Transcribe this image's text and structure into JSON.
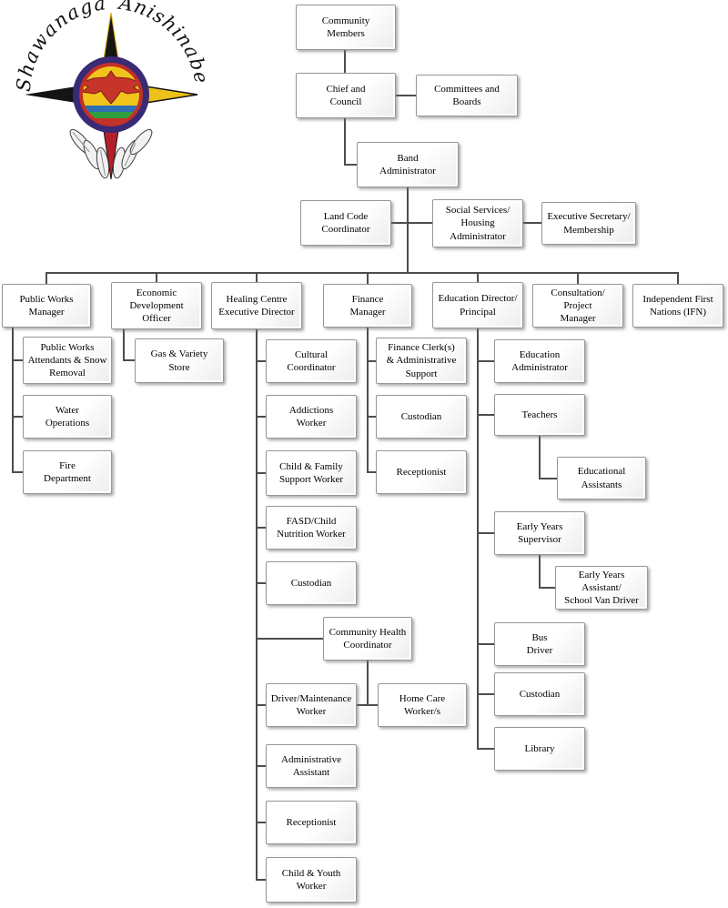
{
  "logo": {
    "text_left": "Shawanaga",
    "text_right": "Anishinabe"
  },
  "nodes": {
    "community_members": "Community\nMembers",
    "chief_council": "Chief and\nCouncil",
    "committees_boards": "Committees and\nBoards",
    "band_administrator": "Band\nAdministrator",
    "land_code_coordinator": "Land Code\nCoordinator",
    "social_services_housing": "Social Services/\nHousing\nAdministrator",
    "executive_secretary": "Executive Secretary/\nMembership",
    "public_works_manager": "Public Works\nManager",
    "economic_development_officer": "Economic\nDevelopment\nOfficer",
    "healing_centre_director": "Healing Centre\nExecutive Director",
    "finance_manager": "Finance\nManager",
    "education_director": "Education Director/\nPrincipal",
    "consultation_project_manager": "Consultation/ Project\nManager",
    "independent_first_nations": "Independent First\nNations (IFN)",
    "pw_attendants_snow": "Public Works\nAttendants & Snow\nRemoval",
    "water_operations": "Water\nOperations",
    "fire_department": "Fire\nDepartment",
    "gas_variety_store": "Gas & Variety\nStore",
    "cultural_coordinator": "Cultural\nCoordinator",
    "addictions_worker": "Addictions\nWorker",
    "child_family_support_worker": "Child & Family\nSupport Worker",
    "fasd_child_nutrition_worker": "FASD/Child\nNutrition Worker",
    "custodian_healing": "Custodian",
    "community_health_coordinator": "Community Health\nCoordinator",
    "driver_maintenance_worker": "Driver/Maintenance\nWorker",
    "home_care_worker": "Home Care\nWorker/s",
    "administrative_assistant": "Administrative\nAssistant",
    "receptionist_healing": "Receptionist",
    "child_youth_worker": "Child & Youth\nWorker",
    "finance_clerks": "Finance Clerk(s)\n& Administrative\nSupport",
    "custodian_finance": "Custodian",
    "receptionist_finance": "Receptionist",
    "education_administrator": "Education\nAdministrator",
    "teachers": "Teachers",
    "educational_assistants": "Educational\nAssistants",
    "early_years_supervisor": "Early Years\nSupervisor",
    "early_years_assistant": "Early Years Assistant/\nSchool Van Driver",
    "bus_driver": "Bus\nDriver",
    "custodian_education": "Custodian",
    "library": "Library"
  },
  "colors": {
    "connector": "#4d4d4d",
    "box_border": "#979797",
    "logo_purple": "#3a2a75",
    "logo_yellow": "#f2c31b",
    "logo_red": "#c03028",
    "logo_blue": "#2f6fb3",
    "logo_green": "#2f9e3f",
    "logo_black": "#141414"
  }
}
